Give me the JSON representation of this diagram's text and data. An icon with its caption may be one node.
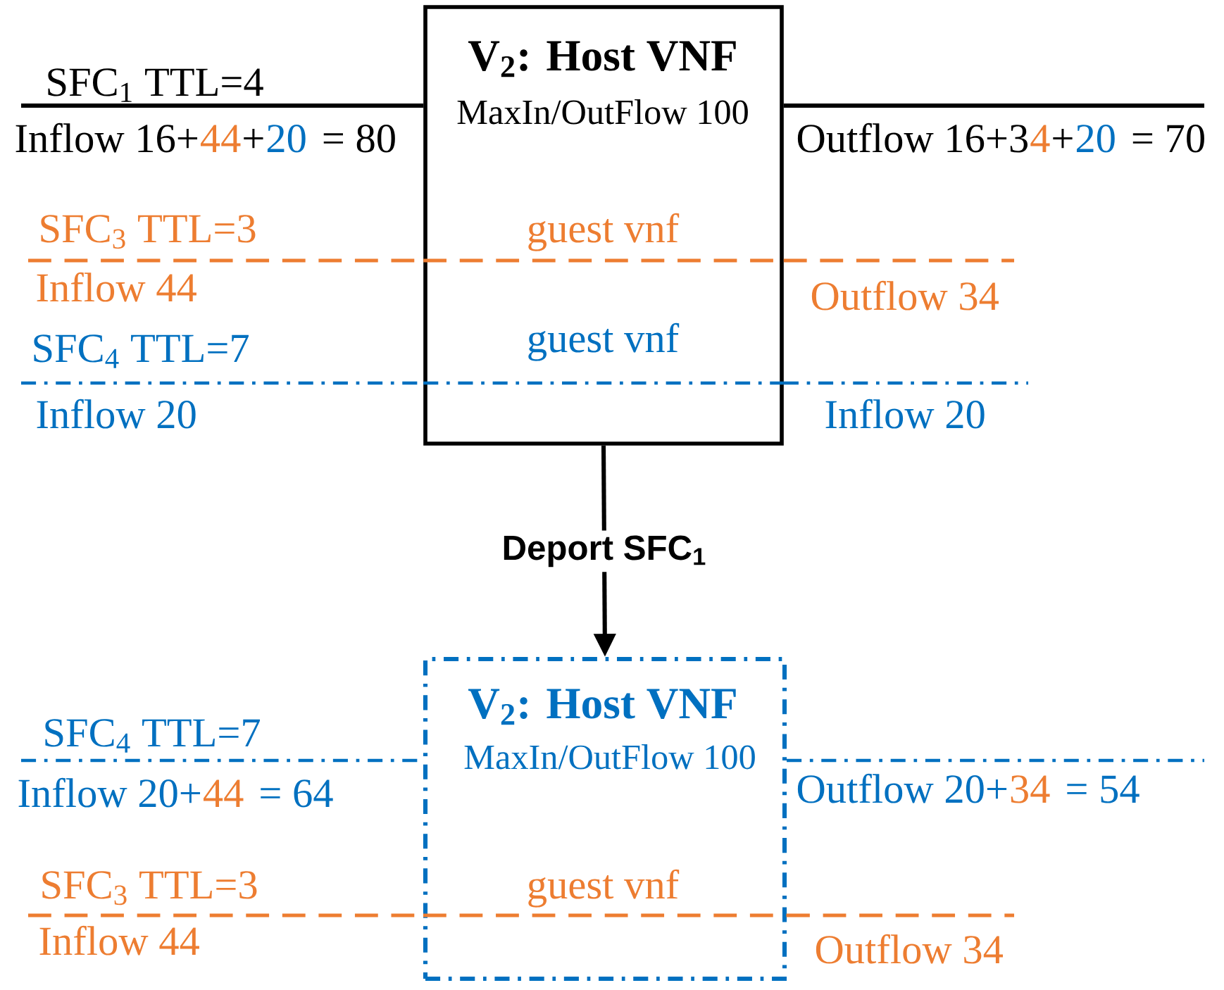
{
  "diagram": {
    "nodes": [
      {
        "text": [
          "V$_{2}$: Host VNF",
          "MaxIn/OutFlow 100",
          "guest vnf",
          "guest vnf"
        ]
      },
      {
        "text": [
          "V$_{2}$: Host VNF",
          "MaxIn/OutFlow 100",
          "guest vnf"
        ]
      }
    ],
    "edges": [
      {
        "from": 0,
        "to": 1,
        "arrow": "to",
        "color": "#000000",
        "label": "Deport SFC$_{1}$"
      },
      {
        "from": null,
        "to": 0,
        "arrow": "none",
        "color": "#000000"
      },
      {
        "from": 0,
        "to": null,
        "arrow": "none",
        "color": "#000000"
      },
      {
        "from": null,
        "to": 0,
        "arrow": "none",
        "style": "dashed",
        "color": "#ed7d31"
      },
      {
        "from": 0,
        "to": null,
        "arrow": "none",
        "style": "dashed",
        "color": "#ed7d31"
      },
      {
        "from": null,
        "to": 0,
        "arrow": "none",
        "style": "dashed",
        "color": "#0070c0"
      },
      {
        "from": 0,
        "to": null,
        "arrow": "none",
        "style": "dashed",
        "color": "#0070c0"
      },
      {
        "from": null,
        "to": 1,
        "arrow": "none",
        "style": "dashed",
        "color": "#0070c0"
      },
      {
        "from": 1,
        "to": null,
        "arrow": "none",
        "style": "dashed",
        "color": "#0070c0"
      },
      {
        "from": null,
        "to": 1,
        "arrow": "none",
        "style": "dashed",
        "color": "#ed7d31"
      },
      {
        "from": 1,
        "to": null,
        "arrow": "none",
        "style": "dashed",
        "color": "#ed7d31"
      }
    ],
    "labels": [
      "SFC$_{1}$ TTL=4",
      "Inflow 16+",
      "44",
      "+",
      "20",
      "= 80",
      "Outflow 16+3",
      "4",
      "+",
      "20",
      "= 70",
      "SFC$_{3}$ TTL=3",
      "Inflow 44",
      "Outflow 34",
      "SFC$_{4}$ TTL=7",
      "Inflow 20",
      "Inflow 20",
      "SFC$_{4}$ TTL=7",
      "Inflow 20+",
      "44",
      "= 64",
      "Outflow 20+",
      "34",
      "= 54",
      "SFC$_{3}$ TTL=3",
      "Inflow 44",
      "Outflow 34"
    ]
  }
}
